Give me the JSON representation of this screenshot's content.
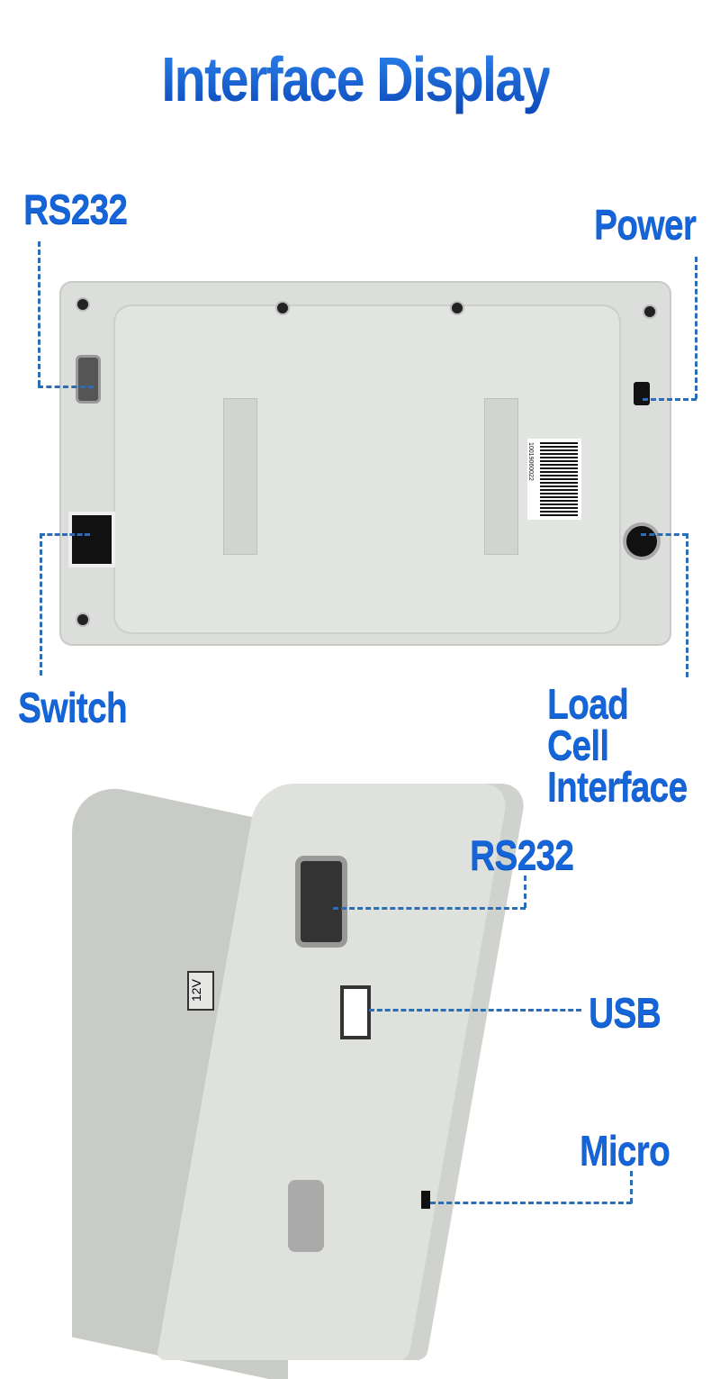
{
  "title": "Interface Display",
  "top_view": {
    "labels": {
      "rs232": "RS232",
      "power": "Power",
      "switch": "Switch",
      "load_cell_line1": "Load Cell",
      "load_cell_line2": "Interface"
    },
    "barcode_number": "10019060022"
  },
  "side_view": {
    "labels": {
      "rs232": "RS232",
      "usb": "USB",
      "micro": "Micro"
    },
    "voltage_marking": "12V"
  },
  "colors": {
    "label_blue": "#1565d8",
    "leader_line": "#2c6db5",
    "housing": "#d9dbd6"
  }
}
